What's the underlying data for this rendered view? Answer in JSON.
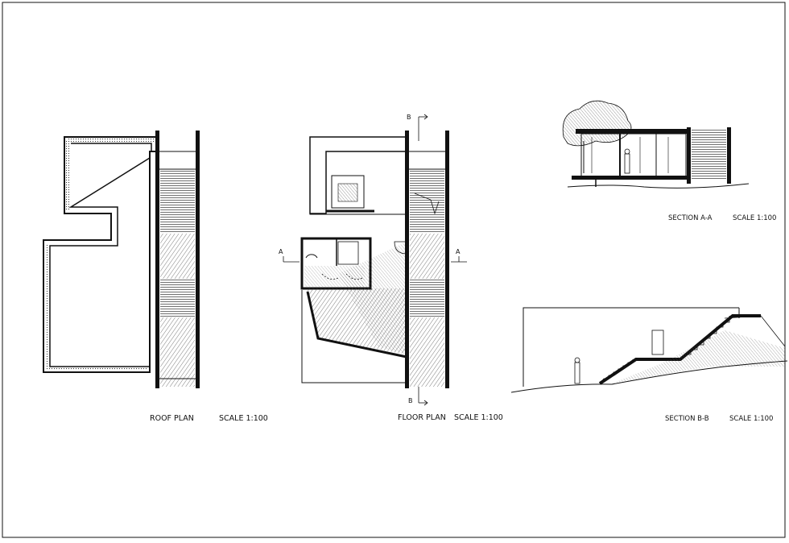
{
  "drawings": [
    {
      "id": "roof-plan",
      "title": "ROOF  PLAN",
      "scale": "SCALE 1:100"
    },
    {
      "id": "floor-plan",
      "title": "FLOOR  PLAN",
      "scale": "SCALE 1:100"
    },
    {
      "id": "section-a",
      "title": "SECTION  A-A",
      "scale": "SCALE 1:100"
    },
    {
      "id": "section-b",
      "title": "SECTION  B-B",
      "scale": "SCALE 1:100"
    }
  ],
  "section_markers": {
    "a": "A",
    "b": "B"
  },
  "colors": {
    "ink": "#111111",
    "paper": "#ffffff",
    "hatch": "#444444"
  }
}
